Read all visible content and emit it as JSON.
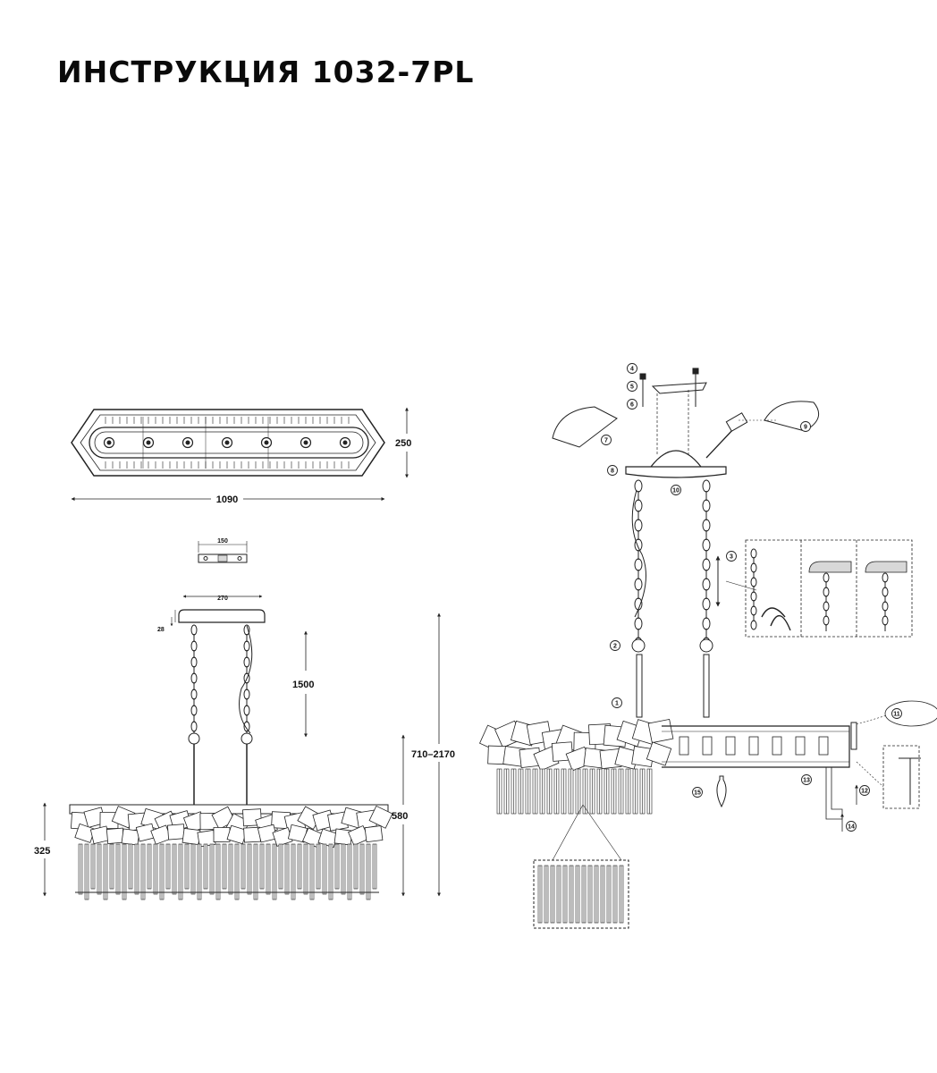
{
  "header": {
    "title": "ИНСТРУКЦИЯ 1032-7PL"
  },
  "dimensions": {
    "top_width": "1090",
    "top_depth": "250",
    "bracket_width": "150",
    "canopy_width": "270",
    "canopy_height": "28",
    "chain_length": "1500",
    "total_height": "710–2170",
    "body_height": "580",
    "crystal_height": "325"
  },
  "steps": [
    "1",
    "2",
    "3",
    "4",
    "5",
    "6",
    "7",
    "8",
    "9",
    "10",
    "11",
    "12",
    "13",
    "14",
    "15"
  ],
  "colors": {
    "line": "#222222",
    "fill": "#ffffff",
    "shade": "#d8d8d8"
  }
}
